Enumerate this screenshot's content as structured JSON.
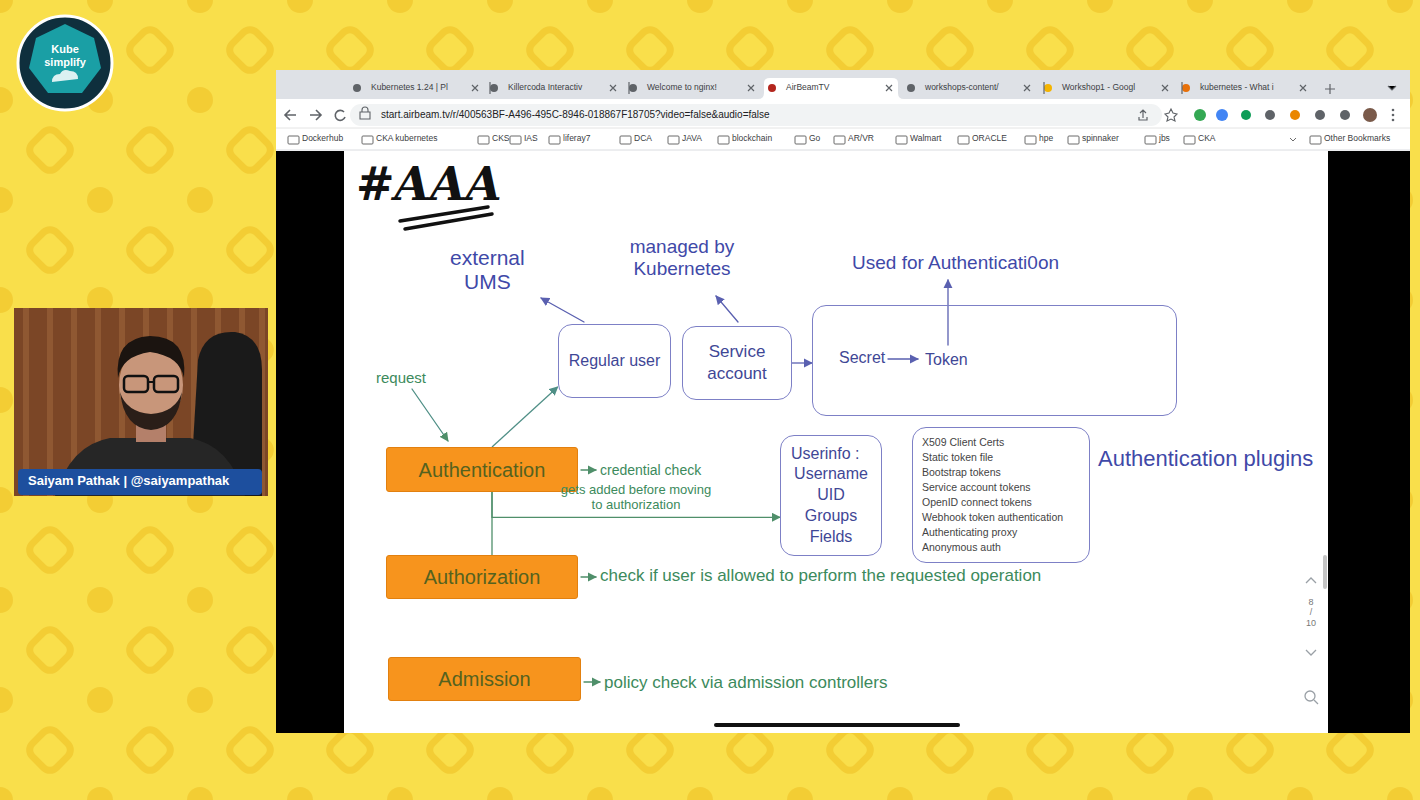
{
  "diagram": {
    "title": "#AAA",
    "nodes": [
      {
        "text": [
          "Regular user"
        ]
      },
      {
        "text": [
          "Service account"
        ]
      },
      {
        "text": [
          "Secret",
          "Token"
        ]
      },
      {
        "text": [
          "Authentication"
        ]
      },
      {
        "text": [
          "Userinfo :",
          "Username UID Groups Fields"
        ]
      },
      {
        "text": [
          "X509 Client Certs",
          "Static token file",
          "Bootstrap tokens",
          "Service account tokens",
          "OpenID connect tokens",
          "Webhook token authentication",
          "Authenticating proxy",
          "Anonymous auth"
        ]
      },
      {
        "text": [
          "Authorization"
        ]
      },
      {
        "text": [
          "Admission"
        ]
      }
    ],
    "edges": [
      {
        "from": 3,
        "to": 0,
        "arrow": "to"
      },
      {
        "from": 1,
        "to": 2,
        "arrow": "to"
      },
      {
        "from": 3,
        "to": 4,
        "label": "gets added before moving to authorization",
        "arrow": "to"
      },
      {
        "from": 3,
        "to": 6,
        "arrow": "none"
      }
    ],
    "labels": [
      "Kubernetes 1.24 | Pl",
      "Killercoda Interactiv",
      "Welcome to nginx!",
      "AirBeamTV",
      "workshops-content/",
      "Workshop1 - Googl",
      "kubernetes - What i",
      "start.airbeam.tv/r/400563BF-A496-495C-8946-018867F18705?video=false&audio=false",
      "Dockerhub",
      "CKA kubernetes",
      "CKS",
      "IAS",
      "liferay7",
      "DCA",
      "JAVA",
      "blockchain",
      "Go",
      "AR/VR",
      "Walmart",
      "ORACLE",
      "hpe",
      "spinnaker",
      "jbs",
      "CKA",
      "Other Bookmarks",
      "Kube simplify",
      "Saiyam Pathak | @saiyampathak",
      "external UMS",
      "managed by Kubernetes",
      "Used for Authenticati0on",
      "request",
      "credential check",
      "Authentication plugins",
      "check if user is allowed to perform the requested operation",
      "policy check via admission controllers",
      "8",
      "/",
      "10"
    ]
  }
}
